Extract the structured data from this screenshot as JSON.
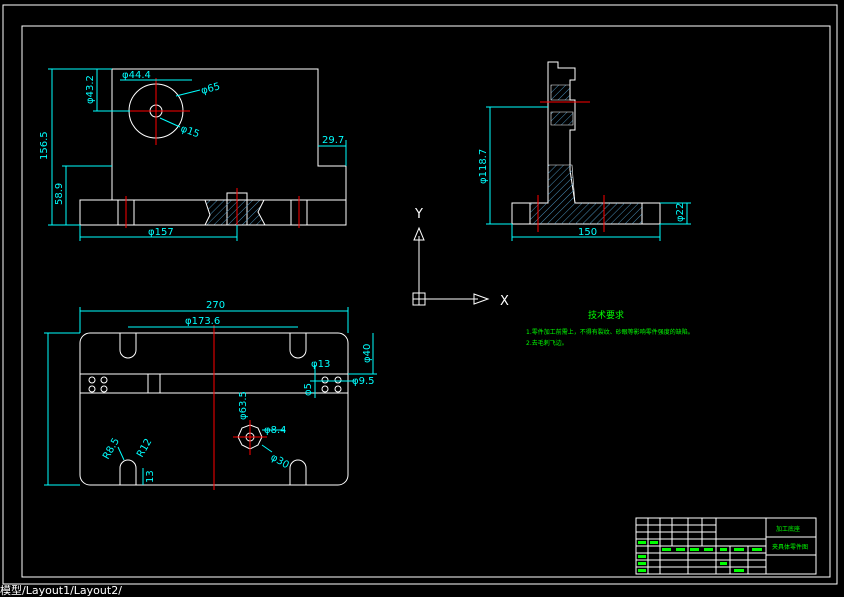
{
  "colors": {
    "background": "#000000",
    "outline": "#ffffff",
    "dimension": "#00ffff",
    "centerline": "#ff0000",
    "notes": "#00ff00",
    "hatch": "#4a8fb8"
  },
  "dims": {
    "top_left": {
      "d44_4": "φ44.4",
      "d43_2": "φ43.2",
      "d65": "φ65",
      "d15": "φ15",
      "d29_7": "29.7",
      "d156_5": "156.5",
      "d58_9": "58.9",
      "d157": "φ157"
    },
    "top_right": {
      "d118_7": "φ118.7",
      "d150": "150",
      "d22": "φ22"
    },
    "bottom": {
      "d270": "270",
      "d173_6": "φ173.6",
      "d40": "φ40",
      "d13": "φ13",
      "d9_5": "φ9.5",
      "d5": "φ5",
      "d63_5": "φ63.5",
      "d8_4": "φ8.4",
      "d30": "φ30",
      "d8_5": "R8.5",
      "dR12": "R12",
      "d13b": "13"
    }
  },
  "axes": {
    "y_label": "Y",
    "x_label": "X"
  },
  "notes": {
    "title": "技术要求",
    "line1": "1.零件加工前需上，不得有裂纹、砂眼等影响零件强度的缺陷。",
    "line2": "2.去毛刺飞边。"
  },
  "title_block": {
    "name": "加工底座",
    "subtitle": "夹具体零件图"
  },
  "tabs": [
    "模型",
    "Layout1",
    "Layout2"
  ],
  "tabs_text": "模型/Layout1/Layout2/"
}
